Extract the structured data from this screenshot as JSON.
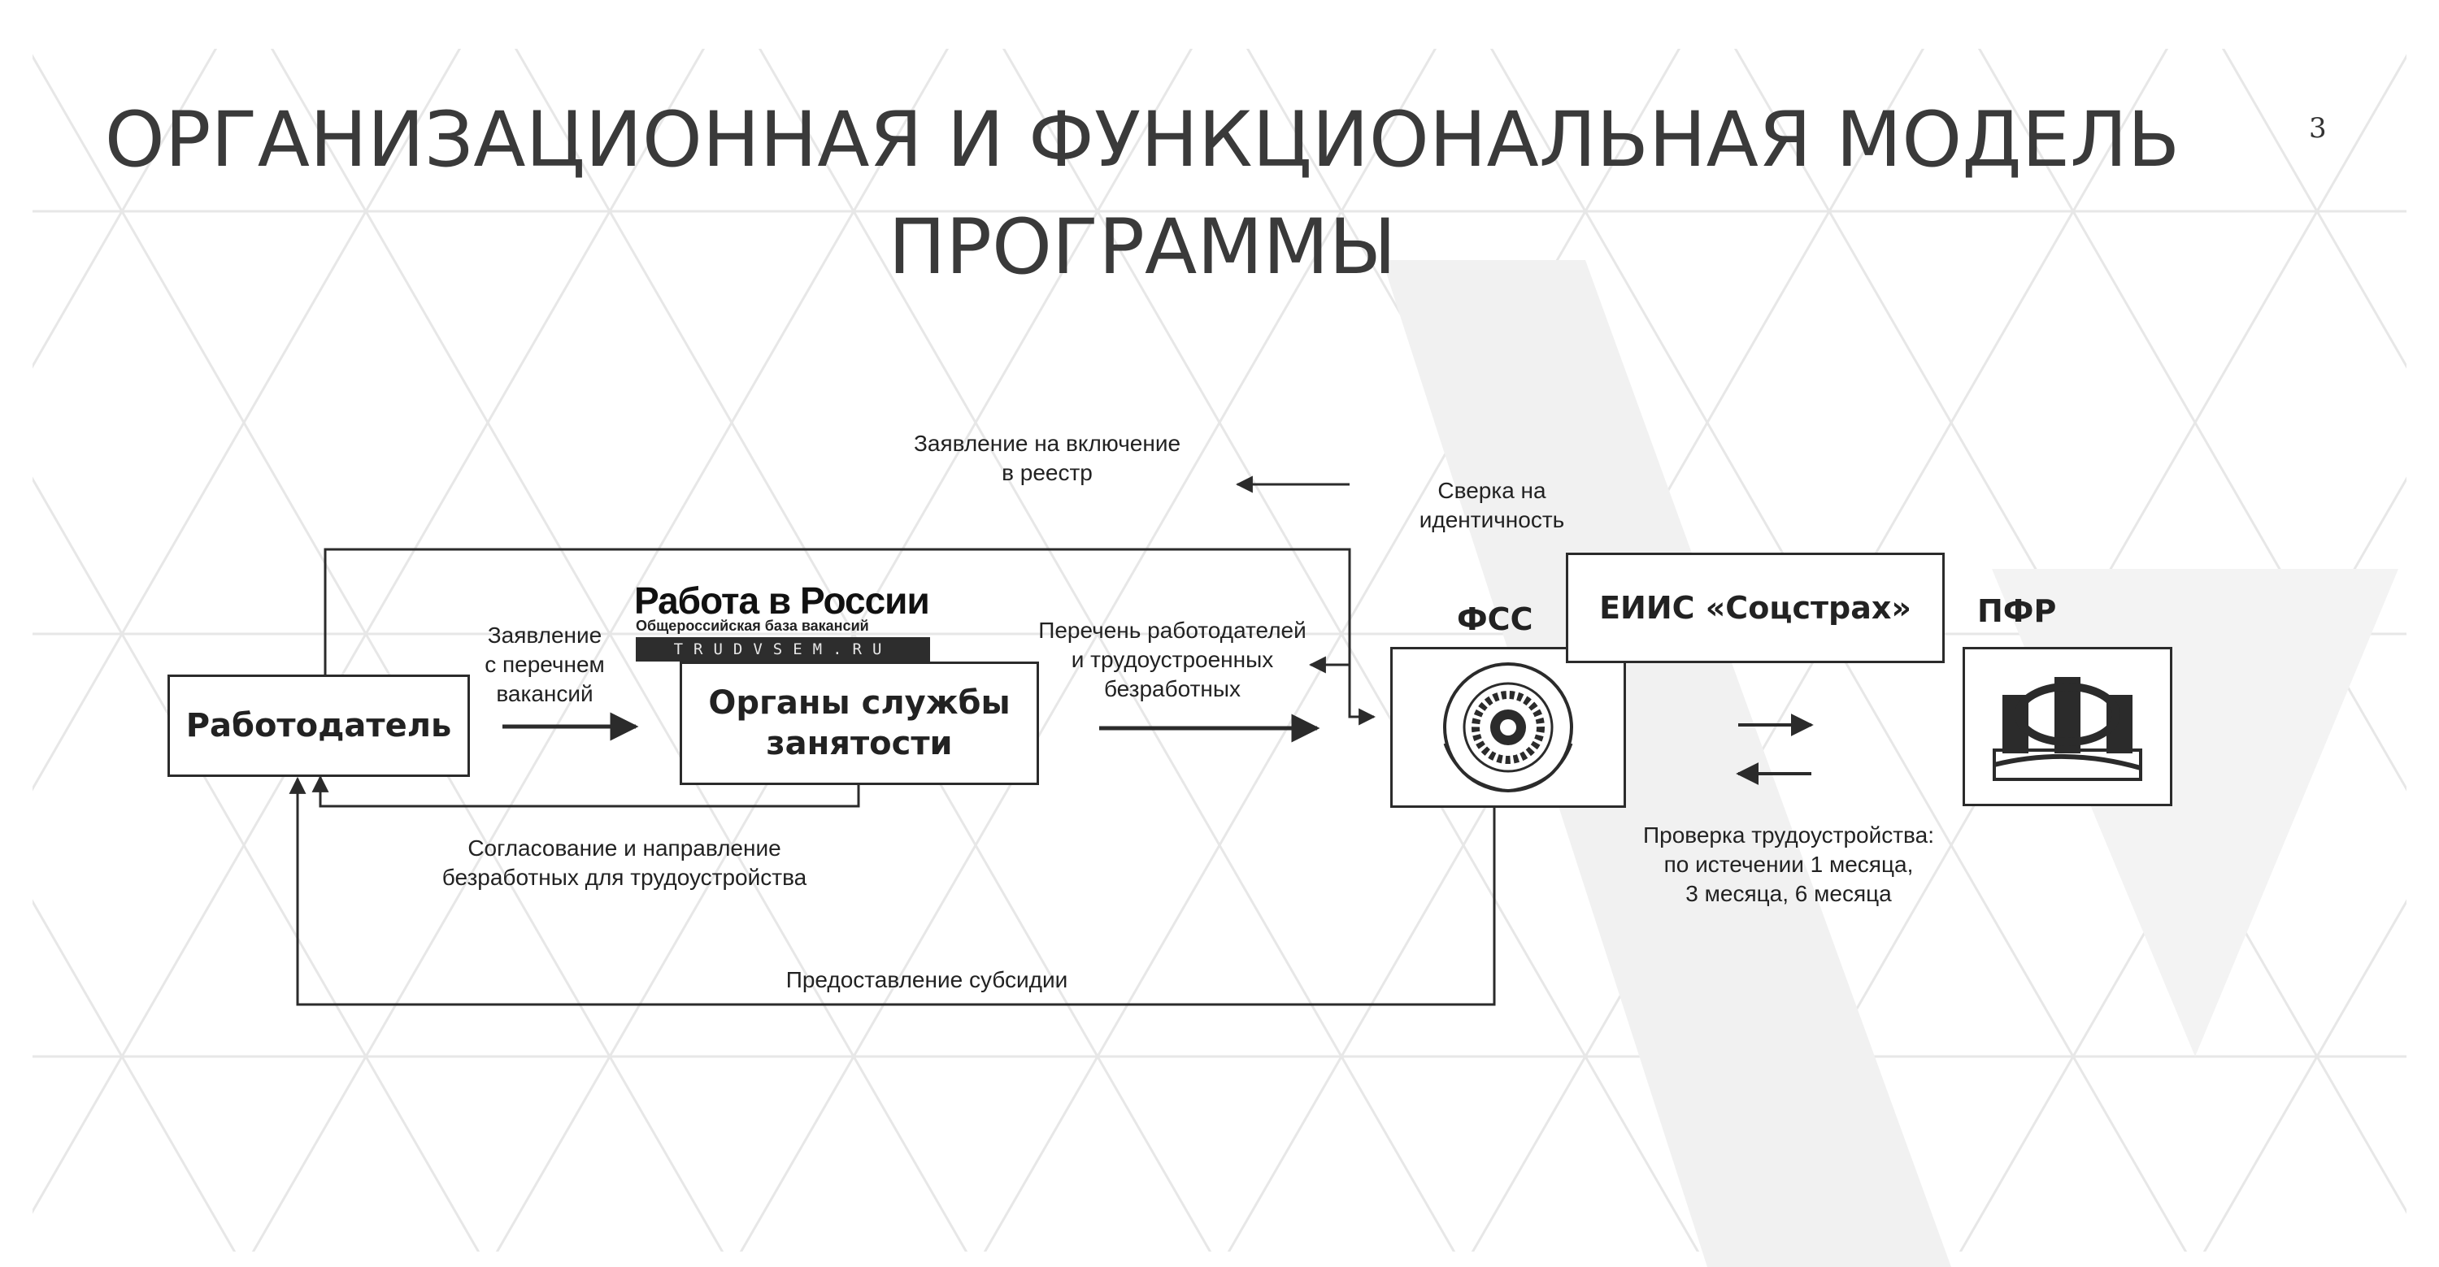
{
  "slide": {
    "title_line1": "ОРГАНИЗАЦИОННАЯ И ФУНКЦИОНАЛЬНАЯ МОДЕЛЬ",
    "title_line2": "ПРОГРАММЫ",
    "page_number": "3"
  },
  "nodes": {
    "employer": "Работодатель",
    "employment_service_line1": "Органы службы",
    "employment_service_line2": "занятости",
    "fss": "ФСС",
    "eiis": "ЕИИС «Соцстрах»",
    "pfr": "ПФР"
  },
  "logo": {
    "title": "Работа в России",
    "subtitle": "Общероссийская база вакансий",
    "url": "TRUDVSEM.RU"
  },
  "labels": {
    "registry_application_line1": "Заявление на включение",
    "registry_application_line2": "в реестр",
    "identity_check_line1": "Сверка на",
    "identity_check_line2": "идентичность",
    "vacancy_application_line1": "Заявление",
    "vacancy_application_line2": "с перечнем",
    "vacancy_application_line3": "вакансий",
    "list_line1": "Перечень работодателей",
    "list_line2": "и трудоустроенных",
    "list_line3": "безработных",
    "coordination_line1": "Согласование и направление",
    "coordination_line2": "безработных для трудоустройства",
    "subsidy": "Предоставление субсидии",
    "employment_check_line1": "Проверка трудоустройства:",
    "employment_check_line2": "по истечении 1 месяца,",
    "employment_check_line3": "3 месяца, 6 месяца"
  },
  "colors": {
    "line": "#2b2b2b",
    "text": "#222222"
  }
}
